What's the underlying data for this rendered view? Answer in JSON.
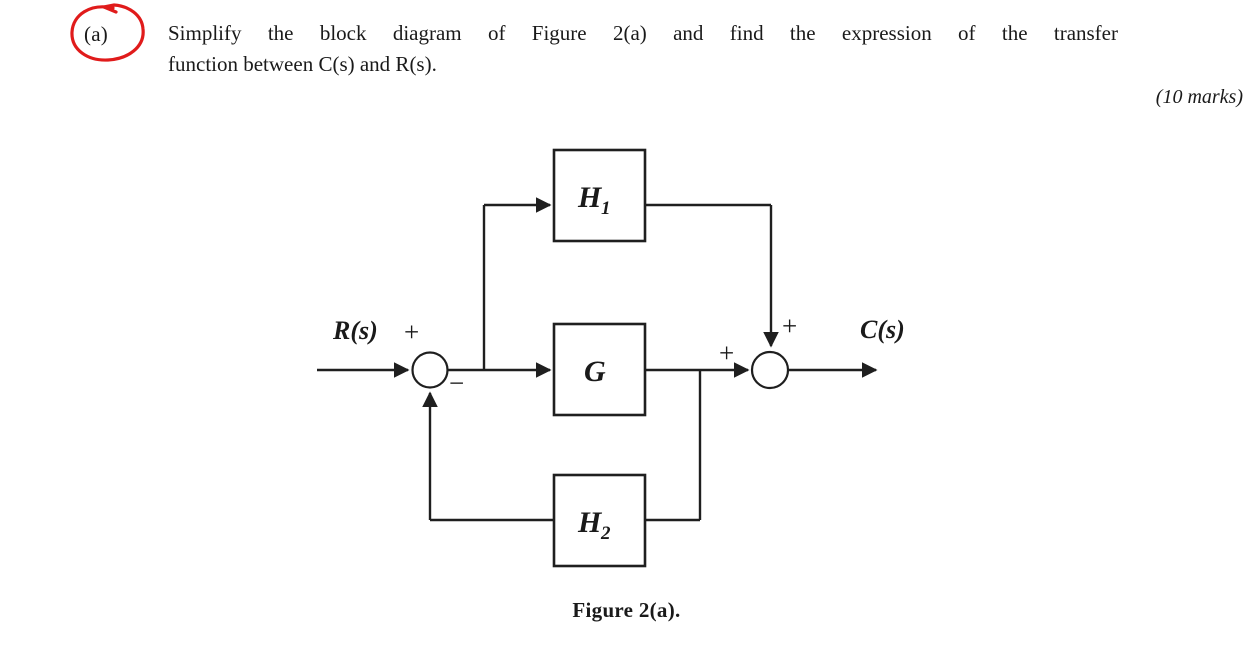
{
  "question": {
    "item_label": "(a)",
    "annotation_color": "#e01b1b",
    "annotation_shape": "hand-drawn-circle",
    "text_line1": "Simplify the block diagram of Figure 2(a) and find the expression of the transfer",
    "text_line2": "function between C(s) and R(s).",
    "marks": "(10 marks)"
  },
  "figure": {
    "caption": "Figure 2(a).",
    "input_label": "R(s)",
    "output_label": "C(s)",
    "blocks": [
      {
        "name": "H1",
        "base": "H",
        "sub": "1"
      },
      {
        "name": "G",
        "base": "G",
        "sub": ""
      },
      {
        "name": "H2",
        "base": "H",
        "sub": "2"
      }
    ],
    "summing_junctions": [
      {
        "name": "left-sum",
        "signs": [
          "+",
          "−"
        ]
      },
      {
        "name": "right-sum",
        "signs": [
          "+",
          "+"
        ]
      }
    ],
    "signs": {
      "input_plus": "+",
      "feedback_minus": "−",
      "sum2_left_plus": "+",
      "sum2_top_plus": "+"
    },
    "line_color": "#1f1f1f"
  }
}
